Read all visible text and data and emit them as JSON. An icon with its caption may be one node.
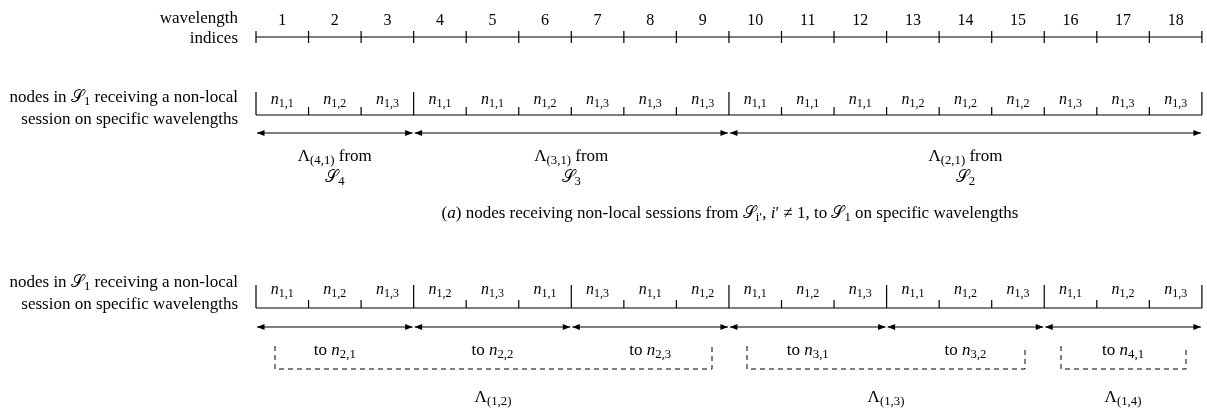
{
  "diagram": {
    "caption": "(*a*) nodes receiving non-local sessions from 𝒮$_{i′}$, *i*′ ≠ 1, to 𝒮$_{1}$ on specific wavelengths",
    "labels": [
      "wavelength indices",
      "1",
      "2",
      "3",
      "4",
      "5",
      "6",
      "7",
      "8",
      "9",
      "10",
      "11",
      "12",
      "13",
      "14",
      "15",
      "16",
      "17",
      "18",
      "nodes in 𝒮$_{1}$ receiving a non-local session on specific wavelengths",
      "*n*$_{1,1}$",
      "*n*$_{1,2}$",
      "*n*$_{1,3}$",
      "*n*$_{1,1}$",
      "*n*$_{1,1}$",
      "*n*$_{1,2}$",
      "*n*$_{1,3}$",
      "*n*$_{1,3}$",
      "*n*$_{1,3}$",
      "*n*$_{1,1}$",
      "*n*$_{1,1}$",
      "*n*$_{1,1}$",
      "*n*$_{1,2}$",
      "*n*$_{1,2}$",
      "*n*$_{1,2}$",
      "*n*$_{1,3}$",
      "*n*$_{1,3}$",
      "*n*$_{1,3}$",
      "Λ$_{(4,1)}$ from 𝒮$_{4}$",
      "Λ$_{(3,1)}$ from 𝒮$_{3}$",
      "Λ$_{(2,1)}$ from 𝒮$_{2}$",
      "nodes in 𝒮$_{1}$ receiving a non-local session on specific wavelengths",
      "*n*$_{1,1}$",
      "*n*$_{1,2}$",
      "*n*$_{1,3}$",
      "*n*$_{1,2}$",
      "*n*$_{1,3}$",
      "*n*$_{1,1}$",
      "*n*$_{1,3}$",
      "*n*$_{1,1}$",
      "*n*$_{1,2}$",
      "*n*$_{1,1}$",
      "*n*$_{1,2}$",
      "*n*$_{1,3}$",
      "*n*$_{1,1}$",
      "*n*$_{1,2}$",
      "*n*$_{1,3}$",
      "*n*$_{1,1}$",
      "*n*$_{1,2}$",
      "*n*$_{1,3}$",
      "to *n*$_{2,1}$",
      "to *n*$_{2,2}$",
      "to *n*$_{2,3}$",
      "to *n*$_{3,1}$",
      "to *n*$_{3,2}$",
      "to *n*$_{4,1}$",
      "Λ$_{(1,2)}$",
      "Λ$_{(1,3)}$",
      "Λ$_{(1,4)}$"
    ]
  }
}
